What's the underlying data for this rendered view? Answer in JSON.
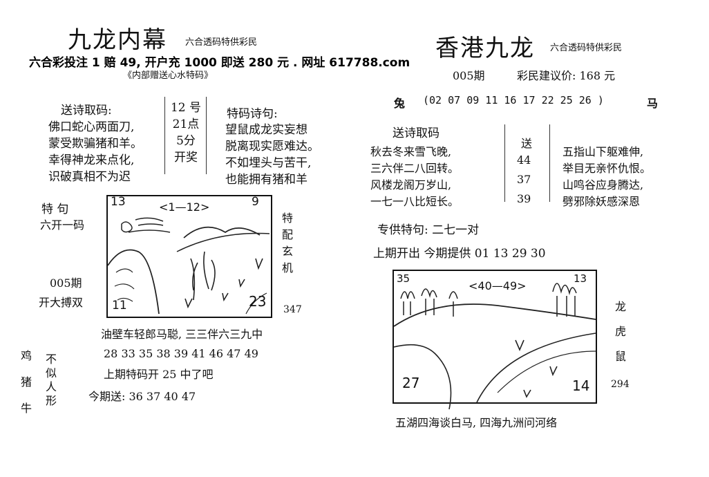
{
  "left": {
    "title": "九龙内幕",
    "tag": "六合透码特供彩民",
    "promo": "六合彩投注 1 赔 49, 开户充 1000 即送 280 元 . 网址 617788.com",
    "subtitle": "《内部赠送心水特码》",
    "poem_head": "送诗取码:",
    "poem_lines": [
      "佛口蛇心两面刀,",
      "蒙受欺骗猪和羊。",
      "幸得神龙来点化,",
      "识破真相不为迟"
    ],
    "draw_info": [
      "12  号",
      "21点",
      "5分",
      "开奖"
    ],
    "tm_head": "特码诗句:",
    "tm_lines": [
      "望鼠成龙实妄想",
      "脱离现实愿难达。",
      "不如埋头与苦干,",
      "也能拥有猪和羊"
    ],
    "texu": "特    句",
    "liukai": "六开一码",
    "period": "005期",
    "kaida": "开大搏双",
    "side_vertical": [
      "特",
      "配",
      "玄",
      "机"
    ],
    "pic_nums": {
      "tl": "13",
      "tr": "9",
      "range": "<1—12>",
      "bl": "11",
      "br": "23"
    },
    "num_347": "347",
    "riddle": "油壁车轻郎马聪, 三三伴六三九中",
    "numbers": "28  33  35  38  39  41  46  47  49",
    "last": "上期特码开 25    中了吧",
    "today": "今期送:  36  37  40  47",
    "zodiac_left": [
      "鸡",
      "猪",
      "牛"
    ],
    "buxiang": [
      "不",
      "似",
      "人",
      "形"
    ]
  },
  "right": {
    "title": "香港九龙",
    "tag": "六合透码特供彩民",
    "period": "005期",
    "price": "彩民建议价:  168 元",
    "rabbit": "兔",
    "row_numbers": "(02  07  09  11  16  17  22  25  26      )",
    "horse": "马",
    "poem_head": "送诗取码",
    "poem_lines": [
      "秋去冬来雪飞晚,",
      "三六伴二八回转。",
      "风楼龙阁万岁山,",
      "一七一八比短长。"
    ],
    "send_label": "送",
    "send_nums": [
      "44",
      "37",
      "39"
    ],
    "poem2_lines": [
      "五指山下躯难伸,",
      "举目无亲怀仇恨。",
      "山鸣谷应身腾达,",
      "劈邪除妖感深恩"
    ],
    "zhuangong": "专供特句:  二七一对",
    "shangqi": "上期开出     今期提供   01  13  29  30",
    "pic_nums": {
      "tl": "35",
      "tr": "13",
      "range": "<40—49>",
      "bl": "27",
      "br": "14"
    },
    "zodiac_right": [
      "龙",
      "虎",
      "鼠"
    ],
    "num_294": "294",
    "bottom": "五湖四海谈白马, 四海九洲问河络"
  }
}
